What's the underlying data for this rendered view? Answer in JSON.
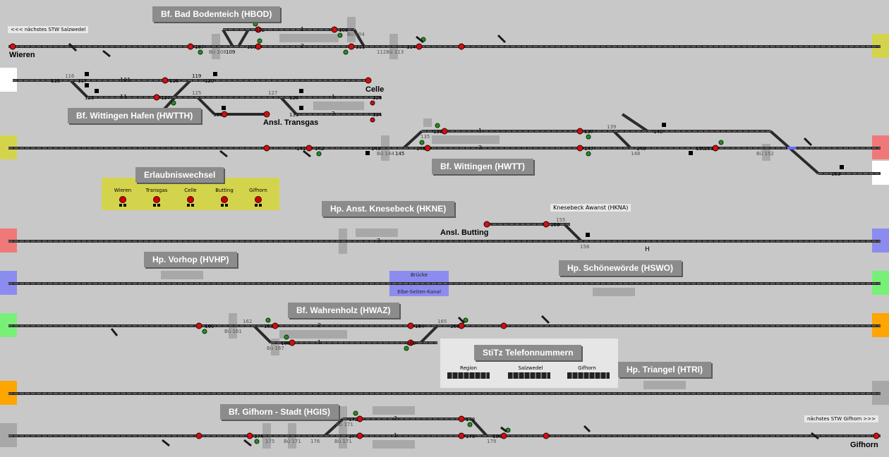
{
  "stations": {
    "hbod": "Bf. Bad Bodenteich (HBOD)",
    "hwtth": "Bf. Wittingen Hafen (HWTTH)",
    "hwtt": "Bf. Wittingen (HWTT)",
    "hkne": "Hp. Anst. Knesebeck (HKNE)",
    "hvhp": "Hp. Vorhop (HVHP)",
    "hswo": "Hp. Schönewörde (HSWO)",
    "hwaz": "Bf. Wahrenholz (HWAZ)",
    "htri": "Hp. Triangel (HTRI)",
    "hgis": "Bf. Gifhorn - Stadt (HGIS)"
  },
  "places": {
    "wieren": "Wieren",
    "celle": "Celle",
    "transgas": "Ansl. Transgas",
    "butting": "Ansl. Butting",
    "gifhorn": "Gifhorn",
    "hkna": "Knesebeck Awanst (HKNA)",
    "h_marker": "H"
  },
  "nav": {
    "prev": "<<< nächstes STW Salzwedel",
    "next": "nächstes STW Gifhorn >>>"
  },
  "erlaubniswechsel": {
    "title": "Erlaubniswechsel",
    "items": [
      "Wieren",
      "Transgas",
      "Celle",
      "Butting",
      "Gifhorn"
    ]
  },
  "bridge": {
    "top": "Brücke",
    "bottom": "Elbe-Seiten-Kanal"
  },
  "telefon": {
    "title": "StiTz Telefonnummern",
    "cols": [
      "Region",
      "Salzwedel",
      "Gifhorn"
    ]
  },
  "track_numbers": {
    "r1_a": "1",
    "r1_b": "2",
    "r2_a": "101",
    "r2_b": "11",
    "r2_c": "1",
    "r2_d": "2",
    "w_a": "1",
    "w_b": "2",
    "k": "2",
    "wa_a": "2",
    "wa_b": "1",
    "g_a": "2",
    "g_b": "1"
  },
  "signal_ids": {
    "s102": "102",
    "s103": "103",
    "s107": "107",
    "s108": "Bü 108",
    "s109": "109",
    "s110": "110",
    "s111": "111",
    "s112": "112Bü 113",
    "s114": "114",
    "s104": "Bü 104",
    "s115": "115",
    "s116": "116",
    "s117": "117",
    "s118": "118",
    "s119": "119",
    "s120": "120",
    "s123": "123",
    "s124": "124",
    "s125": "125",
    "s127": "127",
    "s128": "128",
    "s129": "129",
    "s130": "130",
    "s133": "133",
    "s134": "134",
    "s138": "138",
    "s135": "135",
    "s137": "137",
    "s139": "139",
    "s140": "140",
    "s141": "141",
    "s142": "142",
    "s143": "143",
    "s144": "Bü 144",
    "s145": "145",
    "s146": "146",
    "s147": "147",
    "s148": "148",
    "s149": "149",
    "s150": "150",
    "s151": "151",
    "s152": "Bü 152",
    "s153": "153",
    "s155": "155",
    "s156": "156",
    "s158": "158",
    "s160": "160",
    "s161": "Bü 161",
    "s162": "162",
    "s163": "163",
    "s164": "164",
    "s165": "165",
    "s166": "166",
    "s167": "Bü 167",
    "s168": "168",
    "s169": "169",
    "s171": "Bü 171",
    "s172": "172",
    "s173": "173",
    "s174": "174",
    "s175": "175",
    "s176": "Bü 171",
    "s177": "177",
    "s178": "178",
    "s179": "179",
    "s180": "180",
    "s176b": "176",
    "s171b": "Bü 171"
  },
  "colors": {
    "background": "#c8c8c8",
    "track": "#2a2a2a",
    "signal_red": "#d01010",
    "signal_green": "#2a8a2a",
    "label_bg": "#8c8c8c",
    "erlaubnis_bg": "#d4d44c",
    "bridge_bg": "#8c8cf0"
  },
  "edge_markers": [
    {
      "side": "left",
      "row": 1,
      "color": "#ffffff"
    },
    {
      "side": "left",
      "row": 2,
      "color": "#d4d44c"
    },
    {
      "side": "left",
      "row": 3,
      "color": "#f07878"
    },
    {
      "side": "left",
      "row": 4,
      "color": "#8c8cf0"
    },
    {
      "side": "left",
      "row": 5,
      "color": "#78f078"
    },
    {
      "side": "left",
      "row": 6,
      "color": "#ffa500"
    },
    {
      "side": "left",
      "row": 7,
      "color": "#a8a8a8"
    },
    {
      "side": "right",
      "row": 0,
      "color": "#d4d44c"
    },
    {
      "side": "right",
      "row": 2,
      "color": "#f07878"
    },
    {
      "side": "right",
      "row": 2.5,
      "color": "#ffffff"
    },
    {
      "side": "right",
      "row": 3,
      "color": "#8c8cf0"
    },
    {
      "side": "right",
      "row": 4,
      "color": "#78f078"
    },
    {
      "side": "right",
      "row": 5,
      "color": "#ffa500"
    },
    {
      "side": "right",
      "row": 6,
      "color": "#a8a8a8"
    }
  ]
}
